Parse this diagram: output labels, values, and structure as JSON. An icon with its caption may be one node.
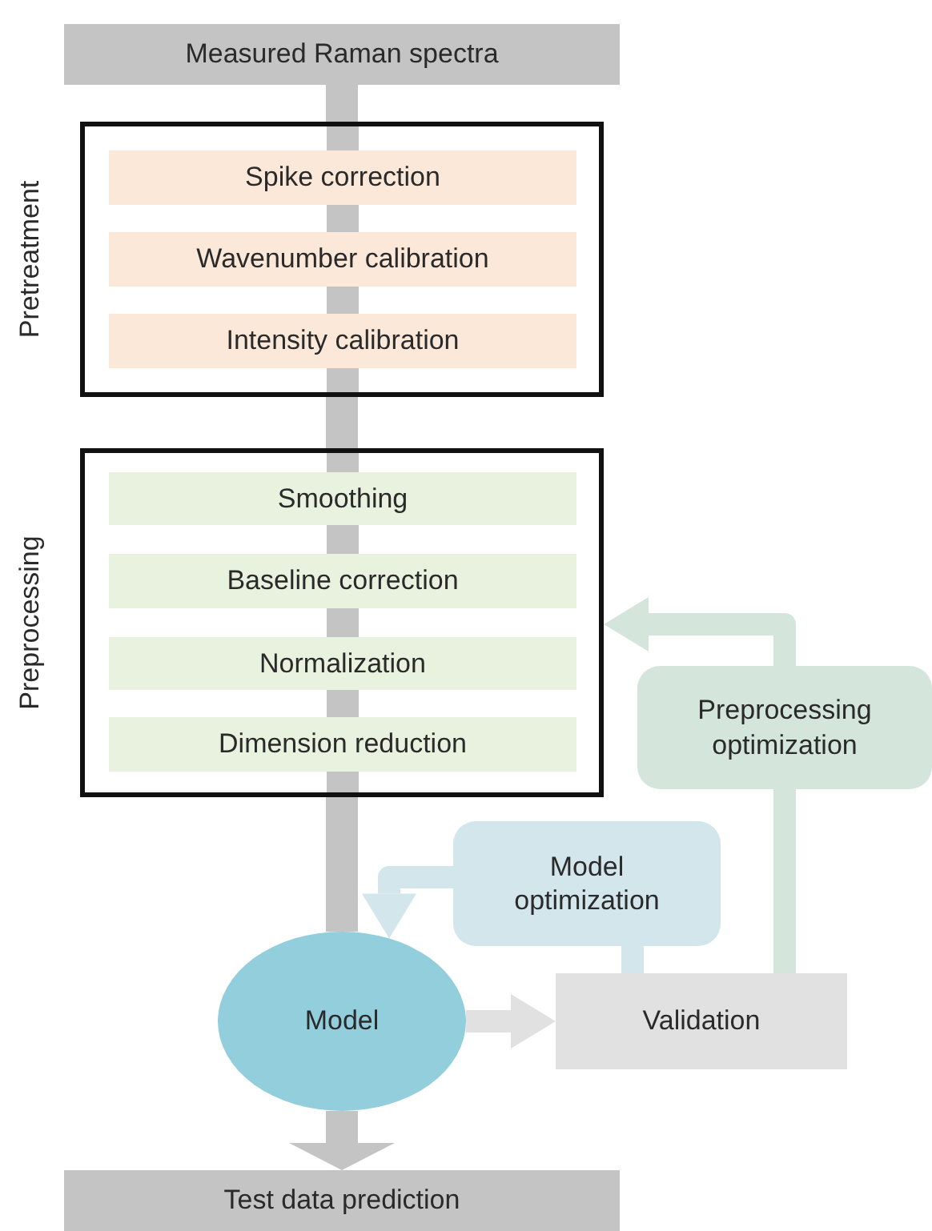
{
  "diagram": {
    "nodes": [
      {
        "text": [
          "Measured Raman spectra"
        ]
      },
      {
        "text": [
          "Pretreatment"
        ]
      },
      {
        "text": [
          "Spike correction"
        ],
        "in": 1
      },
      {
        "text": [
          "Wavenumber calibration"
        ],
        "in": 1
      },
      {
        "text": [
          "Intensity calibration"
        ],
        "in": 1
      },
      {
        "text": [
          "Preprocessing"
        ]
      },
      {
        "text": [
          "Smoothing"
        ],
        "in": 5
      },
      {
        "text": [
          "Baseline correction"
        ],
        "in": 5
      },
      {
        "text": [
          "Normalization"
        ],
        "in": 5
      },
      {
        "text": [
          "Dimension reduction"
        ],
        "in": 5
      },
      {
        "text": [
          "Model"
        ]
      },
      {
        "text": [
          "Validation"
        ]
      },
      {
        "text": [
          "Model optimization"
        ]
      },
      {
        "text": [
          "Preprocessing optimization"
        ]
      },
      {
        "text": [
          "Test data prediction"
        ]
      }
    ],
    "edges": [
      {
        "from": 0,
        "to": 1,
        "arrow": "none"
      },
      {
        "from": 1,
        "to": 5,
        "arrow": "none"
      },
      {
        "from": 5,
        "to": 10,
        "arrow": "none"
      },
      {
        "from": 10,
        "to": 14,
        "arrow": "to"
      },
      {
        "from": 10,
        "to": 11,
        "arrow": "to",
        "color": "#e1e1e1"
      },
      {
        "from": 11,
        "to": 12,
        "arrow": "none",
        "color": "#d3e6ec"
      },
      {
        "from": 12,
        "to": 10,
        "arrow": "to",
        "color": "#d3e6ec"
      },
      {
        "from": 11,
        "to": 13,
        "arrow": "none",
        "color": "#d4e6dc"
      },
      {
        "from": 13,
        "to": 5,
        "arrow": "to",
        "color": "#d4e6dc"
      }
    ]
  }
}
